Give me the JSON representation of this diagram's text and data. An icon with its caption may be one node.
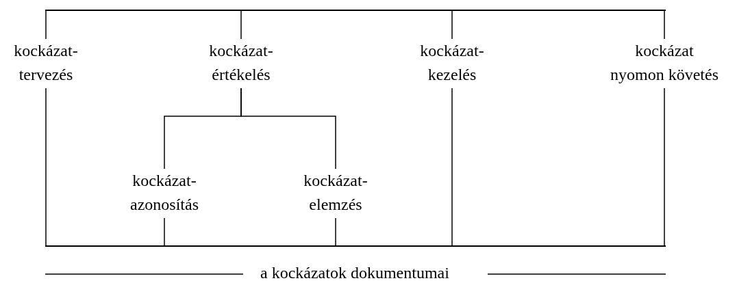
{
  "diagram": {
    "nodes": [
      {
        "text": [],
        "shape": "bar"
      },
      {
        "text": [
          "kockázat- tervezés"
        ]
      },
      {
        "text": [
          "kockázat- értékelés"
        ]
      },
      {
        "text": [
          "kockázat- kezelés"
        ]
      },
      {
        "text": [
          "kockázat nyomon követés"
        ]
      },
      {
        "text": [
          "kockázat- azonosítás"
        ]
      },
      {
        "text": [
          "kockázat- elemzés"
        ]
      },
      {
        "text": [],
        "shape": "bar"
      }
    ],
    "edges": [
      {
        "from": 0,
        "to": 1,
        "arrow": "none"
      },
      {
        "from": 0,
        "to": 2,
        "arrow": "none"
      },
      {
        "from": 0,
        "to": 3,
        "arrow": "none"
      },
      {
        "from": 0,
        "to": 4,
        "arrow": "none"
      },
      {
        "from": 2,
        "to": 5,
        "arrow": "none"
      },
      {
        "from": 2,
        "to": 6,
        "arrow": "none"
      },
      {
        "from": 1,
        "to": 7,
        "arrow": "none"
      },
      {
        "from": 5,
        "to": 7,
        "arrow": "none"
      },
      {
        "from": 6,
        "to": 7,
        "arrow": "none"
      },
      {
        "from": 3,
        "to": 7,
        "arrow": "none"
      },
      {
        "from": 4,
        "to": 7,
        "arrow": "none"
      }
    ],
    "labels": [
      "a kockázatok dokumentumai"
    ]
  }
}
